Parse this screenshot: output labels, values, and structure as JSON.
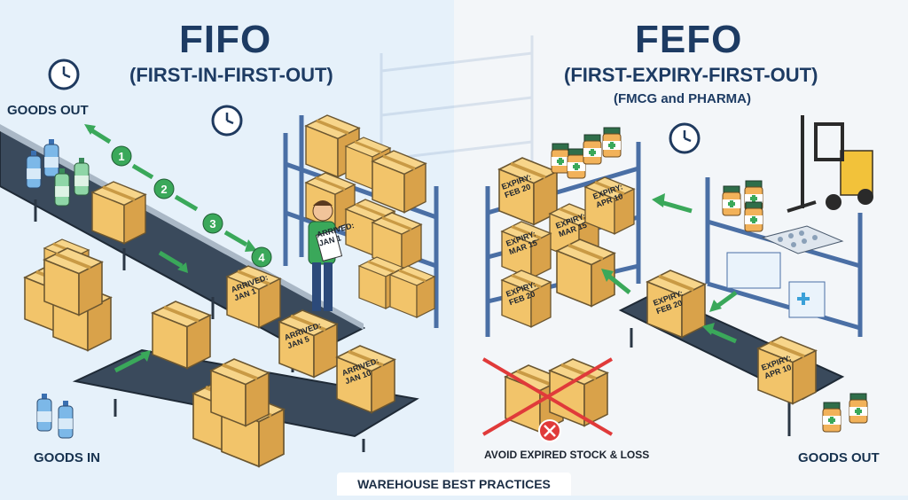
{
  "fifo": {
    "title": "FIFO",
    "subtitle": "(FIRST-IN-FIRST-OUT)",
    "goods_out": "GOODS OUT",
    "goods_in": "GOODS IN",
    "steps": [
      "1",
      "2",
      "3",
      "4"
    ],
    "box_labels": {
      "held": "ARRIVED:\nJAN 1",
      "conveyor_1": "ARRIVED:\nJAN 1",
      "conveyor_2": "ARRIVED:\nJAN 5",
      "conveyor_3": "ARRIVED:\nJAN 10"
    }
  },
  "fefo": {
    "title": "FEFO",
    "subtitle": "(FIRST-EXPIRY-FIRST-OUT)",
    "subtitle2": "(FMCG and PHARMA)",
    "goods_out": "GOODS OUT",
    "warning": "AVOID EXPIRED STOCK & LOSS",
    "box_labels": {
      "shelf_top": "EXPIRY:\nFEB 20",
      "shelf_mid_1": "EXPIRY:\nMAR 15",
      "shelf_mid_2": "EXPIRY:\nAPR 10",
      "shelf_left": "EXPIRY:\nMAR 15",
      "shelf_low": "EXPIRY:\nFEB 20",
      "conveyor_1": "EXPIRY:\nFEB 20",
      "conveyor_2": "EXPIRY:\nAPR 10"
    }
  },
  "footer": "WAREHOUSE BEST PRACTICES",
  "colors": {
    "left_bg": "#e6f1fa",
    "right_bg": "#f3f6f9",
    "box": "#f2c46a",
    "box_dark": "#d9a24a",
    "green": "#3aa85a",
    "conveyor": "#3a4a5c",
    "shelf": "#4a6fa5",
    "red": "#e03a3a"
  },
  "icons": [
    "clock-icon",
    "bottle-icon",
    "forklift-icon",
    "medicine-jar-icon",
    "blister-pack-icon",
    "no-entry-icon",
    "arrow-icon"
  ]
}
